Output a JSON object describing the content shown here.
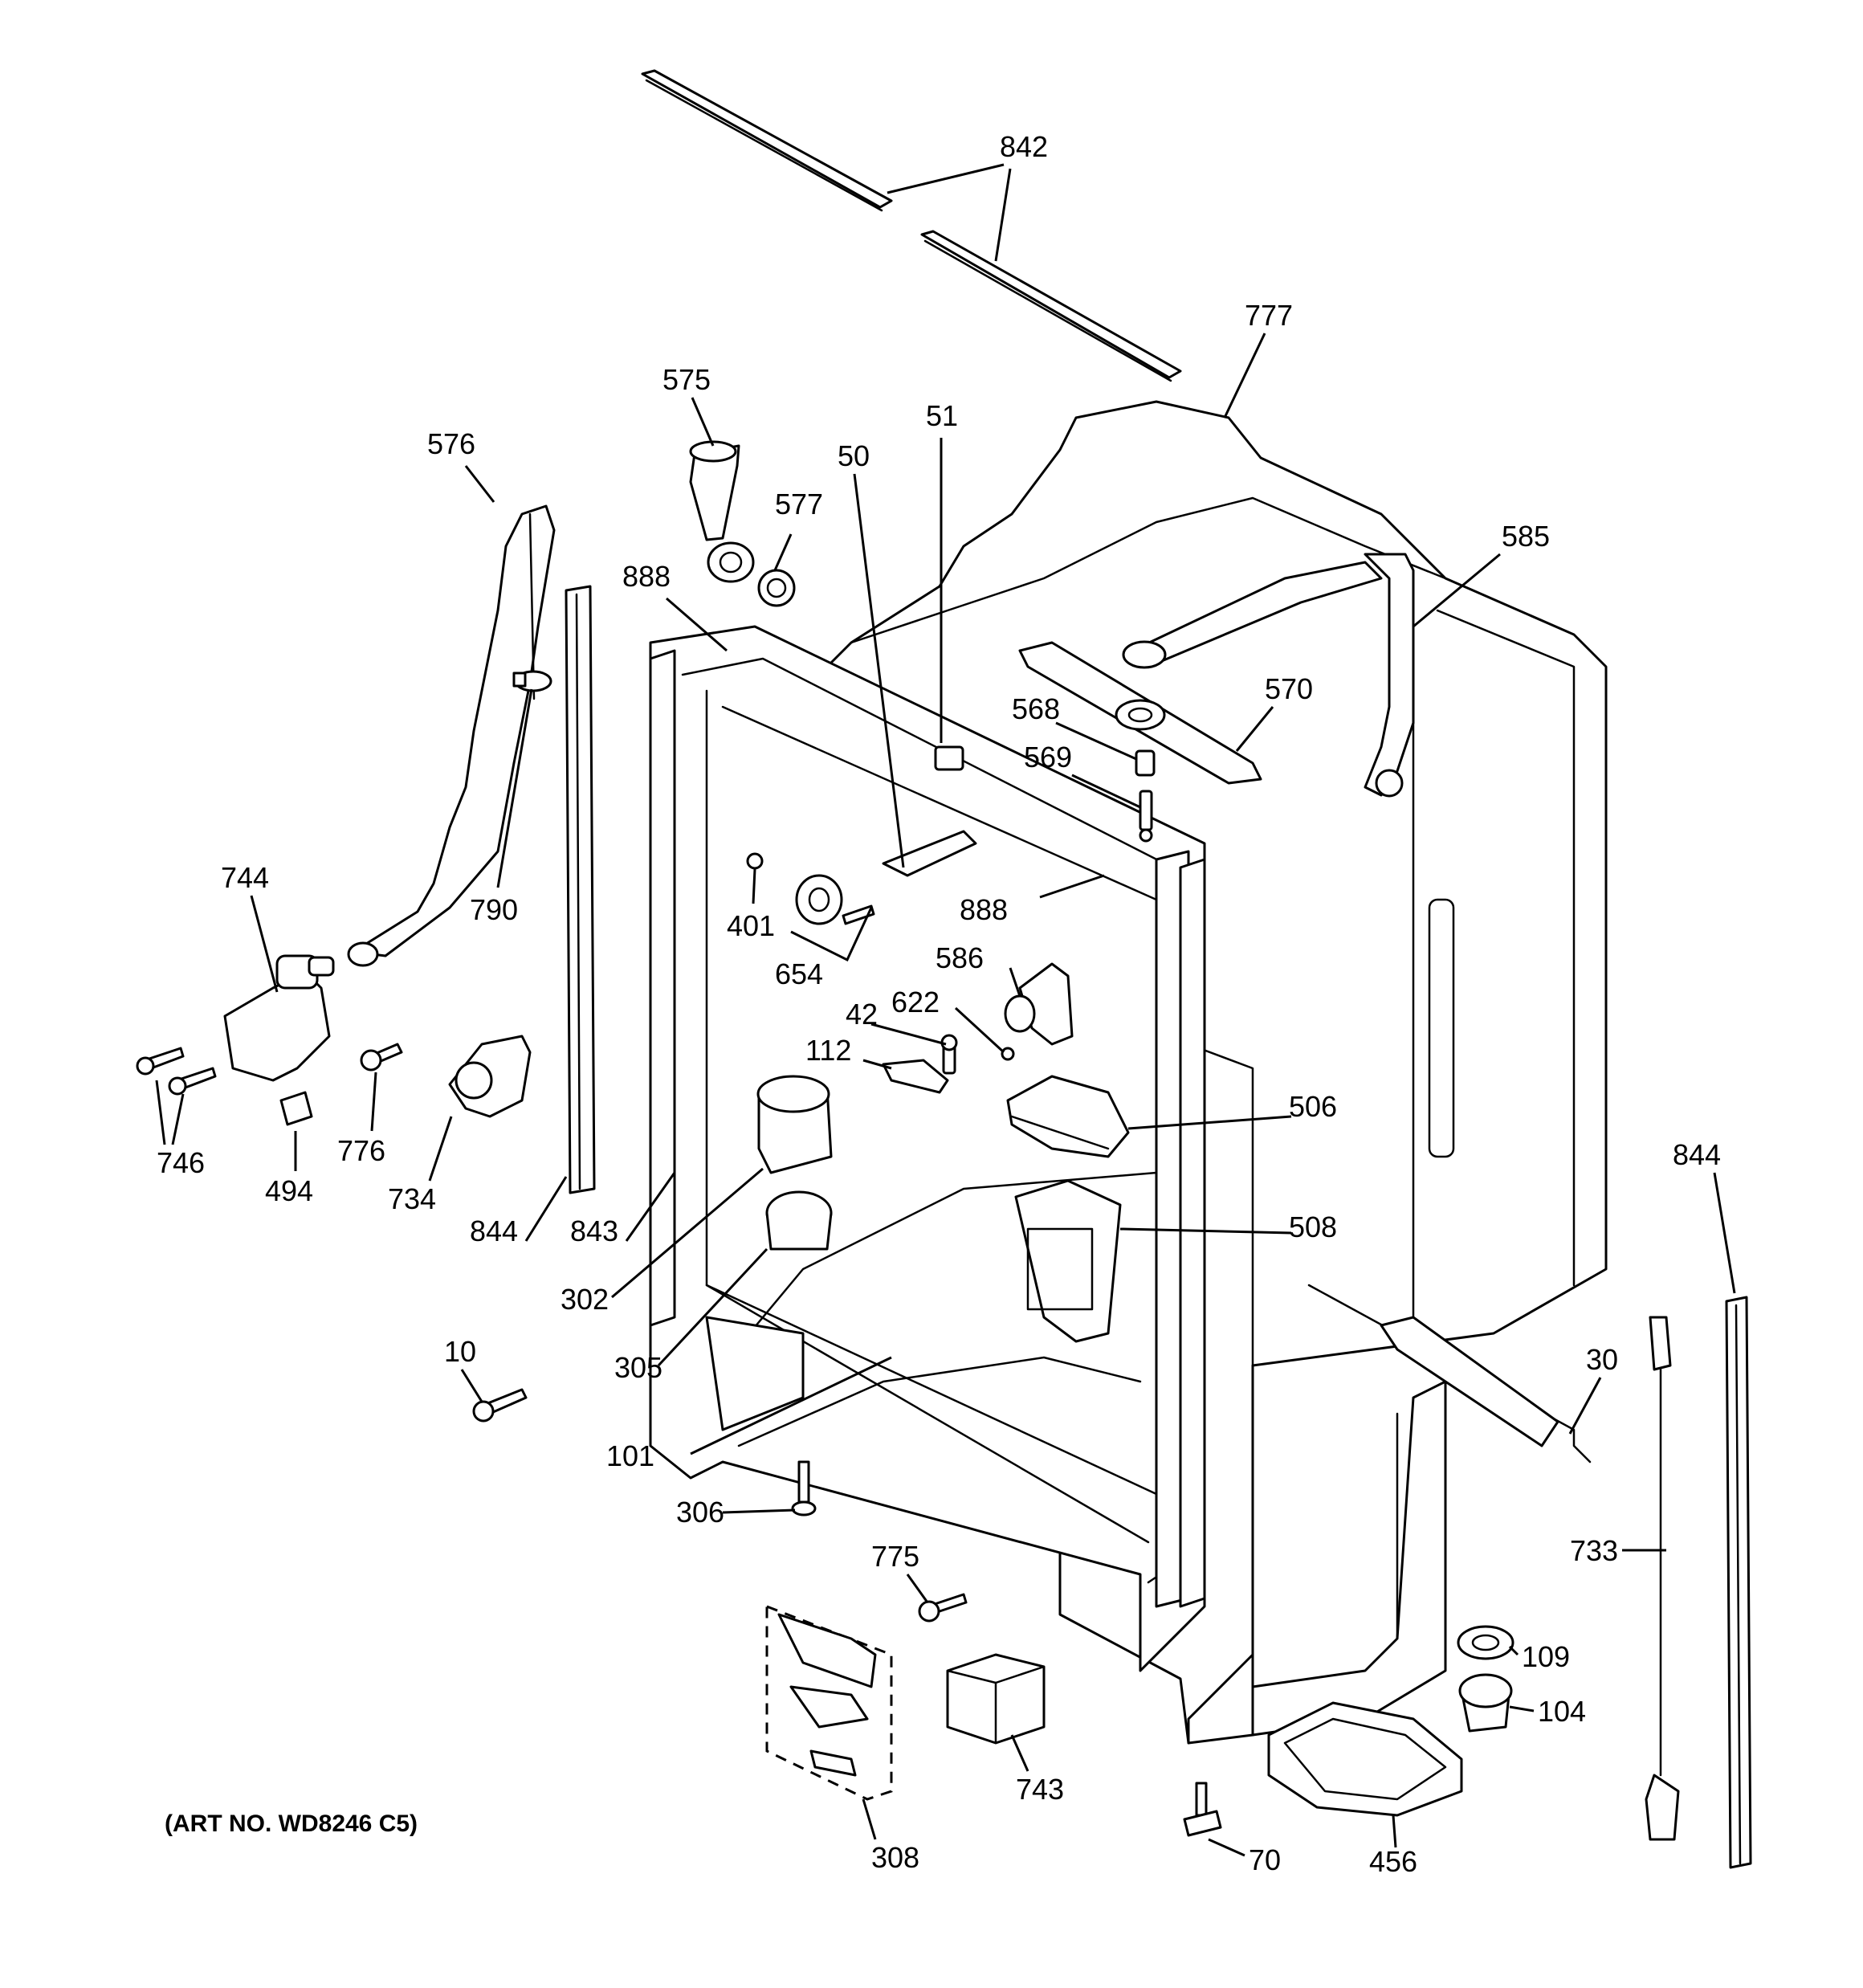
{
  "diagram": {
    "caption": "(ART NO. WD8246 C5)",
    "labels": {
      "l842": "842",
      "l777": "777",
      "l575": "575",
      "l576": "576",
      "l577": "577",
      "l50": "50",
      "l51": "51",
      "l888a": "888",
      "l585": "585",
      "l568": "568",
      "l570": "570",
      "l569": "569",
      "l744": "744",
      "l790": "790",
      "l401": "401",
      "l888b": "888",
      "l654": "654",
      "l586": "586",
      "l622": "622",
      "l42": "42",
      "l112": "112",
      "l746": "746",
      "l776": "776",
      "l494": "494",
      "l734": "734",
      "l506": "506",
      "l844a": "844",
      "l843": "843",
      "l508": "508",
      "l844b": "844",
      "l302": "302",
      "l305": "305",
      "l10": "10",
      "l30": "30",
      "l101": "101",
      "l306": "306",
      "l775": "775",
      "l733": "733",
      "l109": "109",
      "l104": "104",
      "l743": "743",
      "l308": "308",
      "l70": "70",
      "l456": "456"
    }
  }
}
